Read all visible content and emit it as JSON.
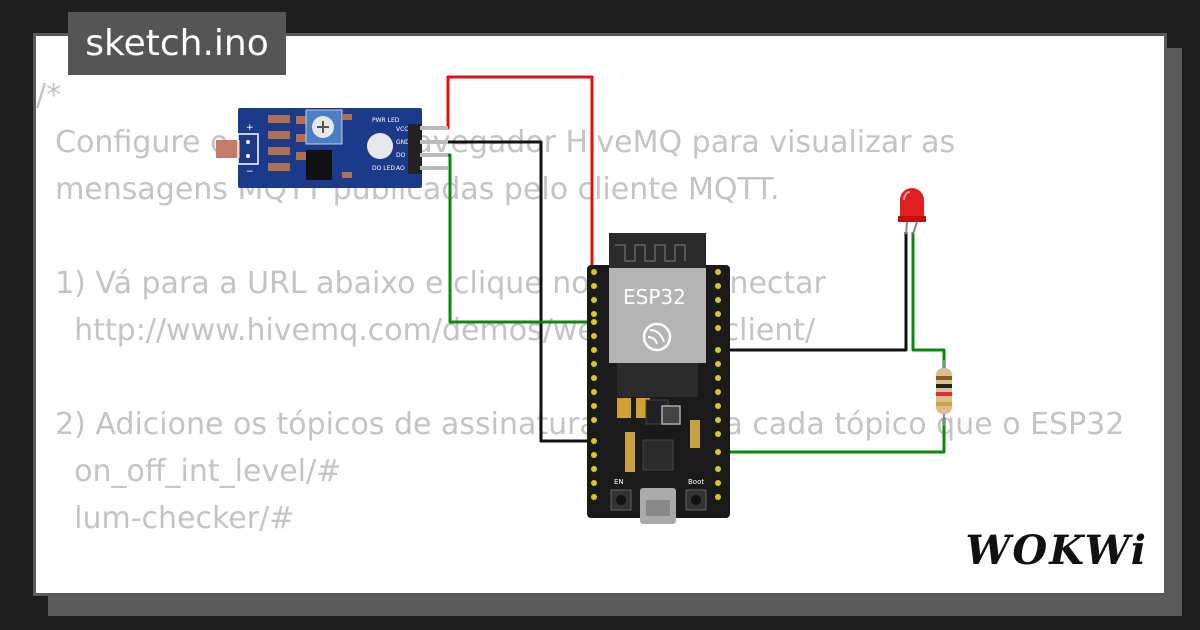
{
  "filename": "sketch.ino",
  "code_lines": [
    "/*",
    "  Configure o cliente do navegador HiveMQ para visualizar as",
    "  mensagens MQTT publicadas pelo cliente MQTT.",
    "",
    "  1) Vá para a URL abaixo e clique no botão conectar",
    "    http://www.hivemq.com/demos/websocket-client/",
    "",
    "  2) Adicione os tópicos de assinatura, um para cada tópico que o ESP32",
    "    on_off_int_level/#",
    "    lum-checker/#"
  ],
  "board": {
    "name": "ESP32",
    "boot_label": "Boot",
    "en_label": "EN"
  },
  "sensor": {
    "pins": [
      "VCC",
      "GND",
      "DO",
      "AO"
    ],
    "led_labels": [
      "PWR LED",
      "DO LED"
    ],
    "plus": "+",
    "minus": "−"
  },
  "logo": "WOKWi",
  "colors": {
    "wire_red": "#e01010",
    "wire_black": "#111111",
    "wire_green": "#0a8a0a",
    "board": "#1a1a1a",
    "sensor_pcb": "#1c3a8a"
  }
}
